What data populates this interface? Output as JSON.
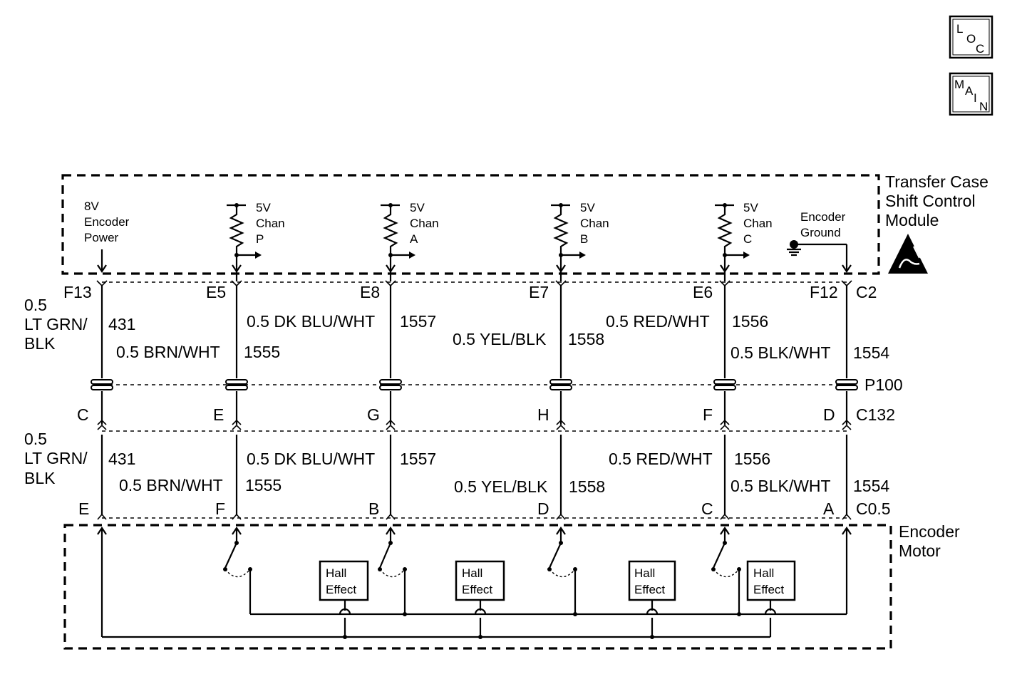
{
  "nav_buttons": {
    "loc": [
      "L",
      "O",
      "C"
    ],
    "main": [
      "M",
      "A",
      "I",
      "N"
    ]
  },
  "modules": {
    "tccm": [
      "Transfer Case",
      "Shift Control",
      "Module"
    ],
    "encoder": [
      "Encoder",
      "Motor"
    ]
  },
  "module_pins": {
    "power": [
      "8V",
      "Encoder",
      "Power"
    ],
    "p": [
      "5V",
      "Chan",
      "P"
    ],
    "a": [
      "5V",
      "Chan",
      "A"
    ],
    "b": [
      "5V",
      "Chan",
      "B"
    ],
    "c": [
      "5V",
      "Chan",
      "C"
    ],
    "ground": [
      "Encoder",
      "Ground"
    ]
  },
  "connectors": {
    "c2": "C2",
    "p100": "P100",
    "c132": "C132",
    "c05": "C0.5"
  },
  "circuits": [
    {
      "top_pin": "F13",
      "mid_pin": "C",
      "bottom_pin": "E",
      "circuit": "431",
      "wire_lines": [
        "0.5",
        "LT GRN/",
        "BLK"
      ]
    },
    {
      "top_pin": "E5",
      "mid_pin": "E",
      "bottom_pin": "F",
      "circuit": "1555",
      "wire": "0.5 BRN/WHT"
    },
    {
      "top_pin": "E8",
      "mid_pin": "G",
      "bottom_pin": "B",
      "circuit": "1557",
      "wire": "0.5 DK BLU/WHT"
    },
    {
      "top_pin": "E7",
      "mid_pin": "H",
      "bottom_pin": "D",
      "circuit": "1558",
      "wire": "0.5 YEL/BLK"
    },
    {
      "top_pin": "E6",
      "mid_pin": "F",
      "bottom_pin": "C",
      "circuit": "1556",
      "wire": "0.5 RED/WHT"
    },
    {
      "top_pin": "F12",
      "mid_pin": "D",
      "bottom_pin": "A",
      "circuit": "1554",
      "wire": "0.5 BLK/WHT"
    }
  ],
  "hall_effect": [
    "Hall",
    "Effect"
  ]
}
